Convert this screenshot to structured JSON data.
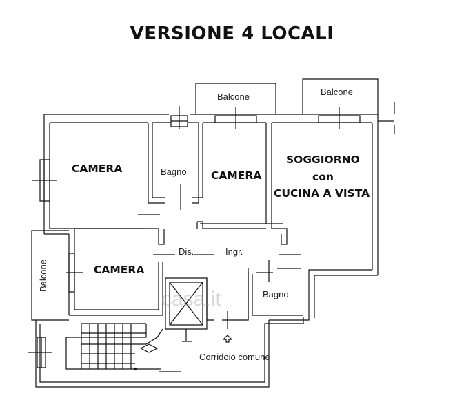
{
  "title": "VERSIONE 4 LOCALI",
  "watermark": "casa.it",
  "rooms": {
    "camera_1": "CAMERA",
    "camera_2": "CAMERA",
    "camera_3": "CAMERA",
    "soggiorno_line1": "SOGGIORNO",
    "soggiorno_line2": "con",
    "soggiorno_line3": "CUCINA A VISTA"
  },
  "small_labels": {
    "bagno_1": "Bagno",
    "bagno_2": "Bagno",
    "disimpegno": "Dis.",
    "ingresso": "Ingr.",
    "balcone_1": "Balcone",
    "balcone_2": "Balcone",
    "balcone_side": "Balcone",
    "corridoio": "Corridoio comune"
  },
  "colors": {
    "wall": "#111111",
    "watermark": "#9a9a9a"
  }
}
